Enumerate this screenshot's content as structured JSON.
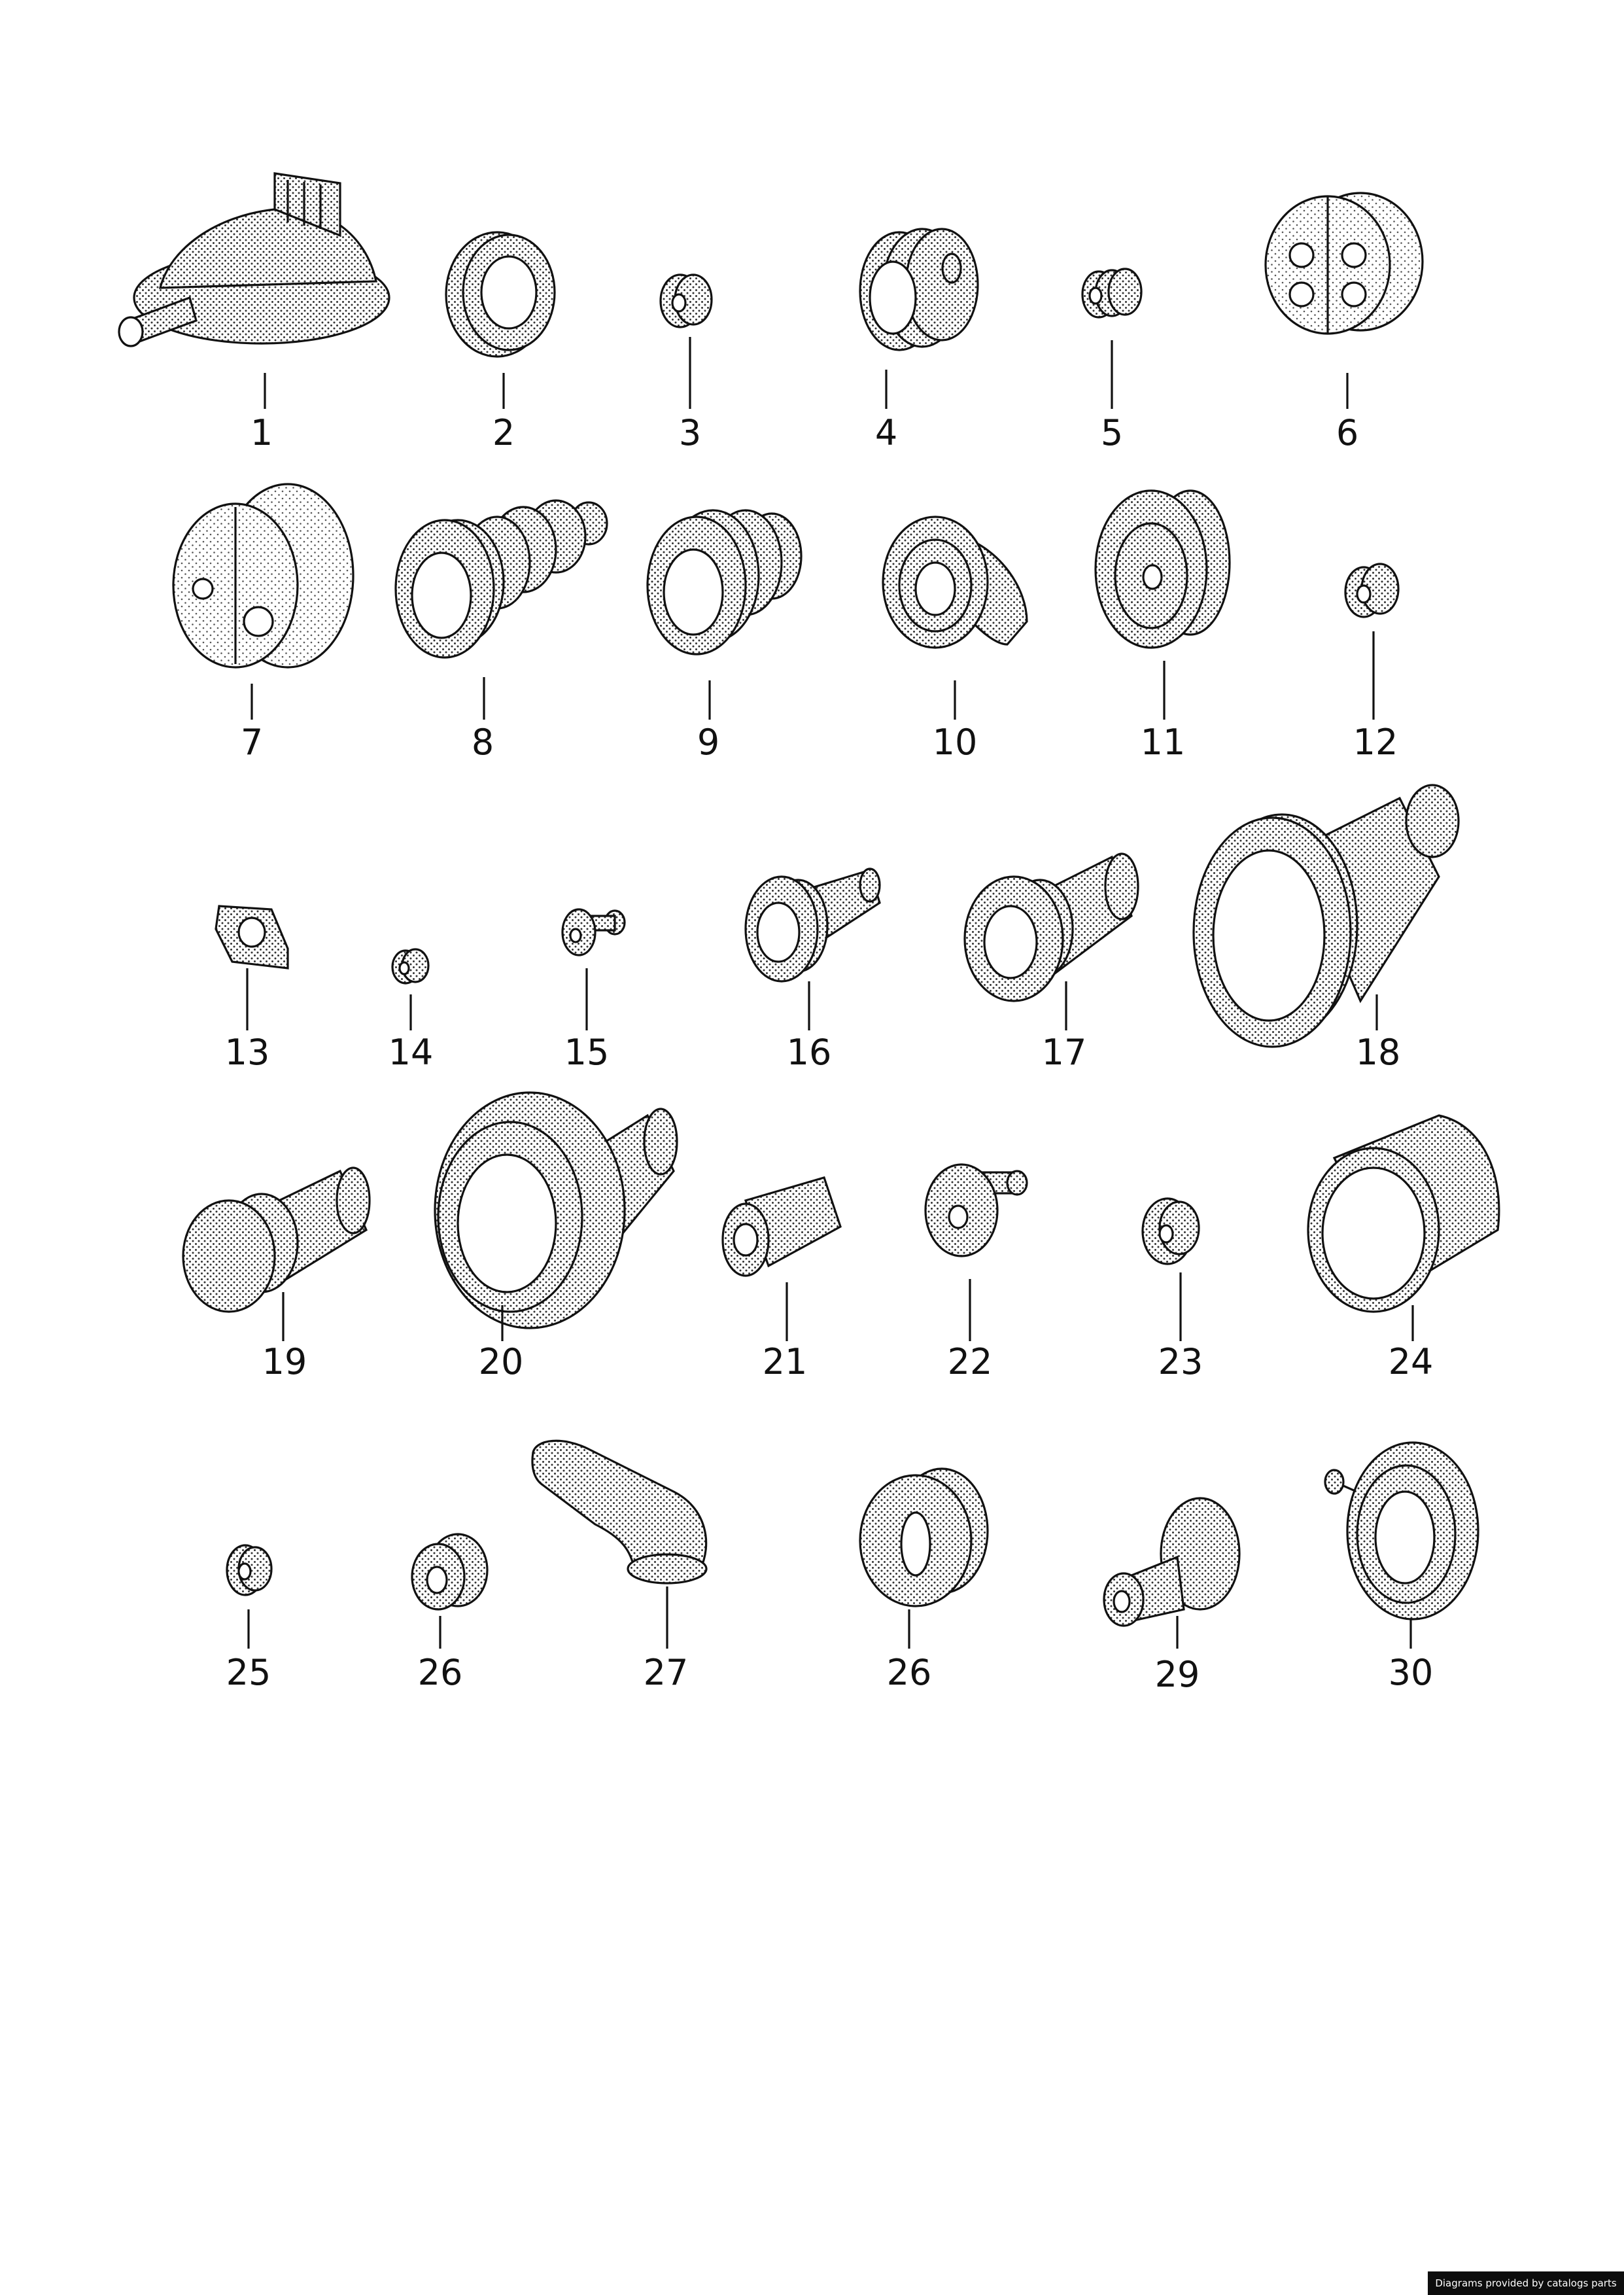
{
  "parts": [
    {
      "label": "1"
    },
    {
      "label": "2"
    },
    {
      "label": "3"
    },
    {
      "label": "4"
    },
    {
      "label": "5"
    },
    {
      "label": "6"
    },
    {
      "label": "7"
    },
    {
      "label": "8"
    },
    {
      "label": "9"
    },
    {
      "label": "10"
    },
    {
      "label": "11"
    },
    {
      "label": "12"
    },
    {
      "label": "13"
    },
    {
      "label": "14"
    },
    {
      "label": "15"
    },
    {
      "label": "16"
    },
    {
      "label": "17"
    },
    {
      "label": "18"
    },
    {
      "label": "19"
    },
    {
      "label": "20"
    },
    {
      "label": "21"
    },
    {
      "label": "22"
    },
    {
      "label": "23"
    },
    {
      "label": "24"
    },
    {
      "label": "25"
    },
    {
      "label": "26"
    },
    {
      "label": "27"
    },
    {
      "label": "26"
    },
    {
      "label": "29"
    },
    {
      "label": "30"
    }
  ],
  "footer": {
    "credit": "Diagrams provided by catalogs parts"
  }
}
